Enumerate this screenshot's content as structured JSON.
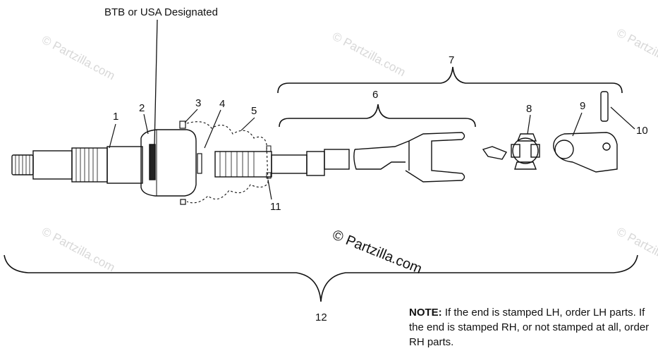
{
  "header_label": "BTB or USA Designated",
  "callouts": {
    "c1": "1",
    "c2": "2",
    "c3": "3",
    "c4": "4",
    "c5": "5",
    "c6": "6",
    "c7": "7",
    "c8": "8",
    "c9": "9",
    "c10": "10",
    "c11": "11",
    "c12": "12"
  },
  "watermark": {
    "main": "© Partzilla.com",
    "faint": "© Partzilla.com"
  },
  "note": {
    "prefix": "NOTE:",
    "text": " If the end is stamped LH, order LH parts. If the end is stamped RH, or not stamped at all, order RH parts."
  }
}
